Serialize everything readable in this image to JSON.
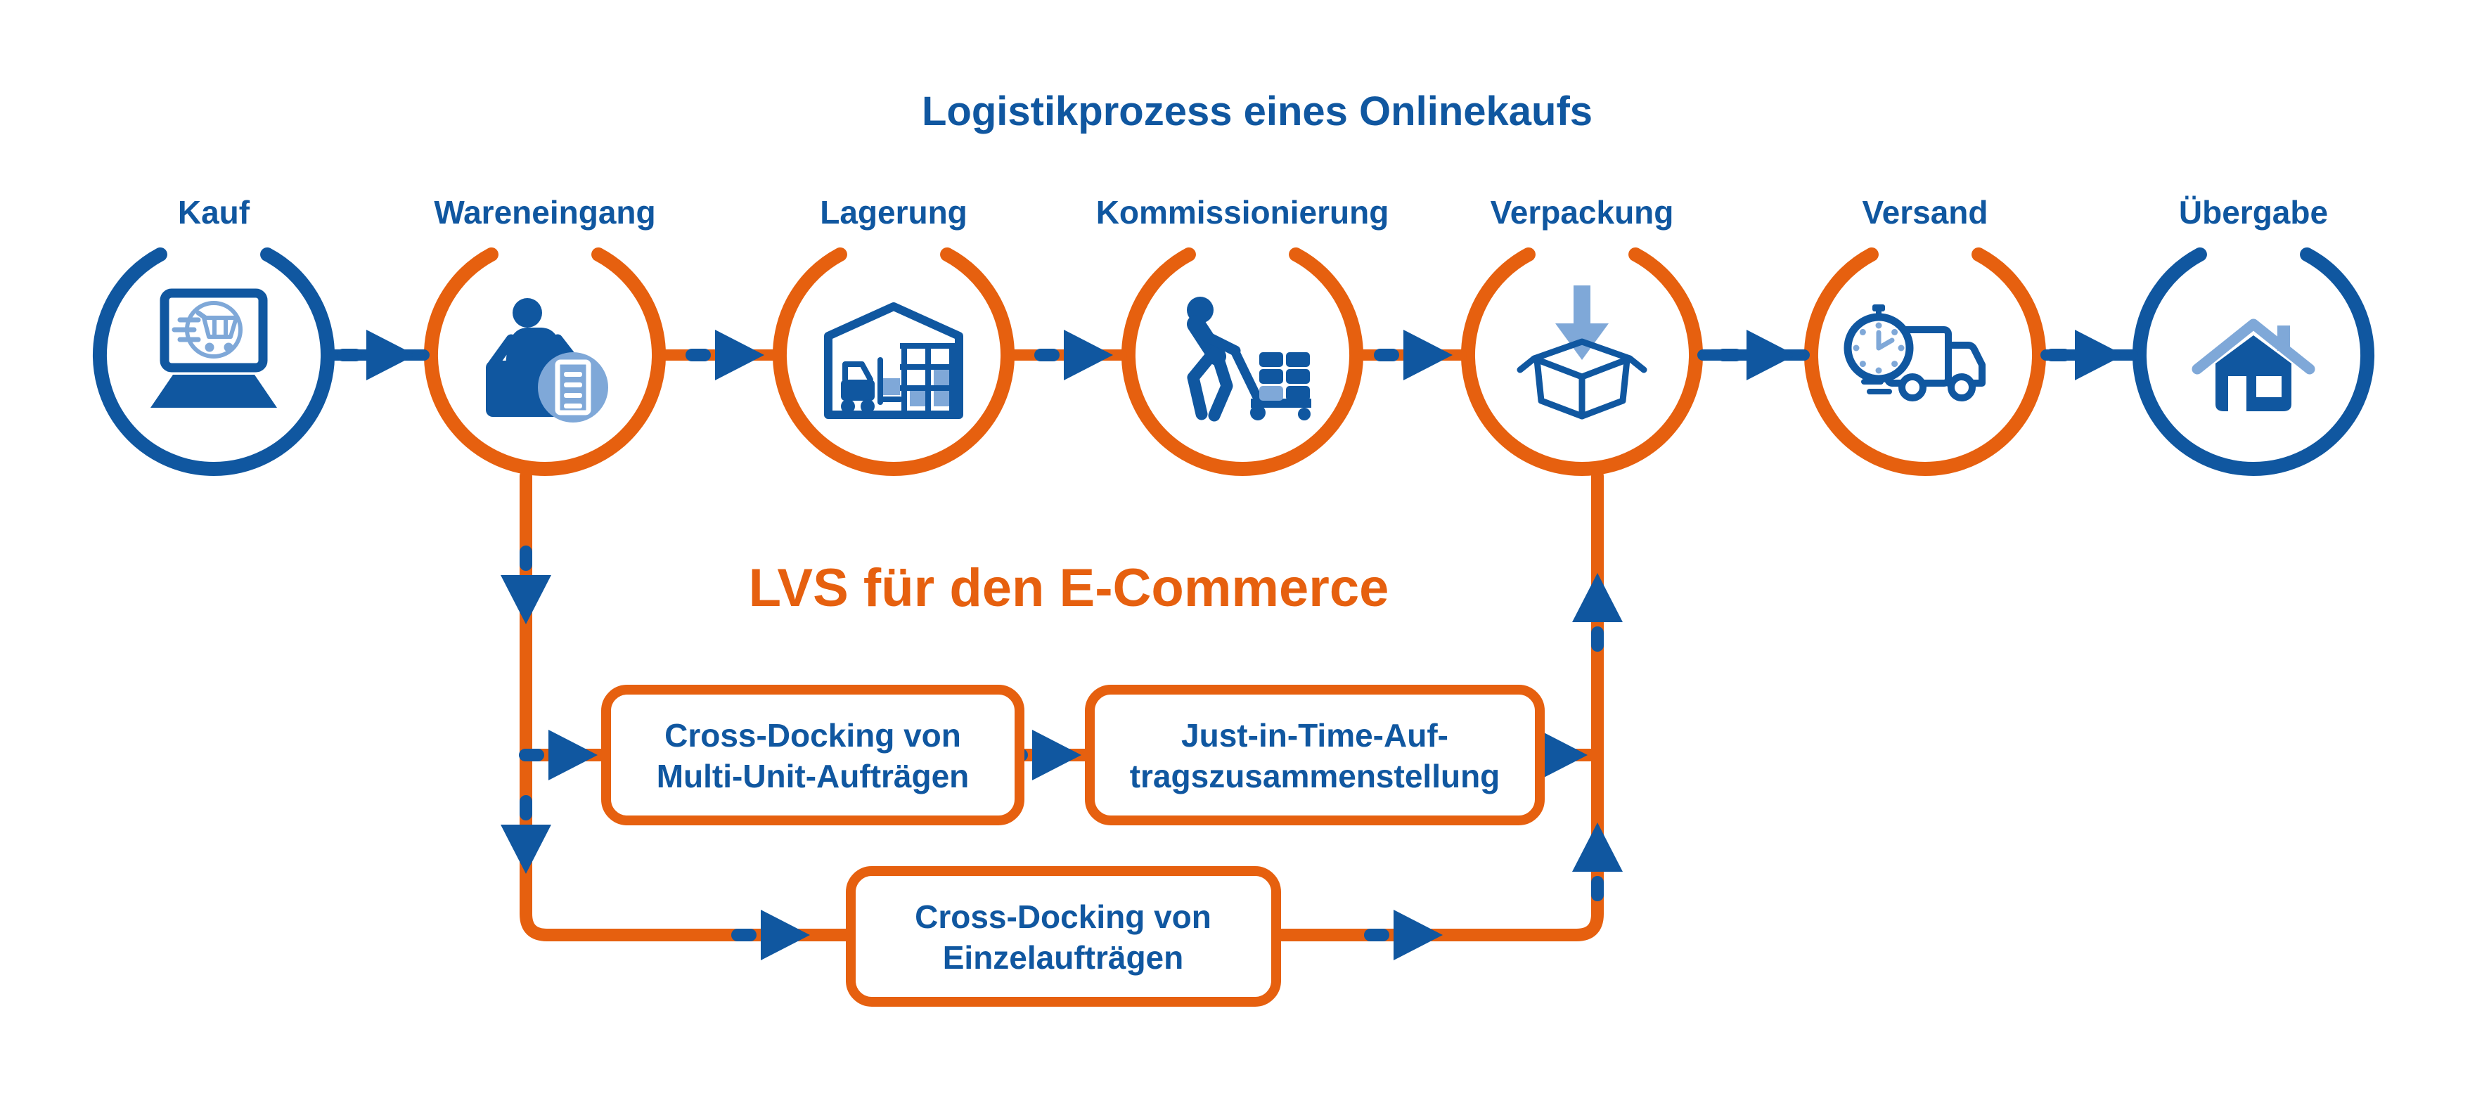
{
  "title": "Logistikprozess eines Onlinekaufs",
  "colors": {
    "dark_blue": "#1057a0",
    "light_blue": "#7fa8d8",
    "orange": "#e6600f",
    "background": "#ffffff"
  },
  "steps": [
    {
      "label": "Kauf",
      "icon": "laptop-shopping-cart-icon",
      "ring": "blue"
    },
    {
      "label": "Wareneingang",
      "icon": "goods-receipt-desk-icon",
      "ring": "orange"
    },
    {
      "label": "Lagerung",
      "icon": "warehouse-forklift-icon",
      "ring": "orange"
    },
    {
      "label": "Kommissionierung",
      "icon": "order-picking-trolley-icon",
      "ring": "orange"
    },
    {
      "label": "Verpackung",
      "icon": "open-box-arrow-icon",
      "ring": "orange"
    },
    {
      "label": "Versand",
      "icon": "delivery-truck-stopwatch-icon",
      "ring": "orange"
    },
    {
      "label": "Übergabe",
      "icon": "house-icon",
      "ring": "blue"
    }
  ],
  "lvs": {
    "heading": "LVS für den E-Commerce",
    "from_step": "Wareneingang",
    "to_step": "Verpackung",
    "boxes": [
      {
        "lines": [
          "Cross-Docking von",
          "Multi-Unit-Aufträgen"
        ]
      },
      {
        "lines": [
          "Just-in-Time-Auf-",
          "tragszusammenstellung"
        ]
      },
      {
        "lines": [
          "Cross-Docking von",
          "Einzelaufträgen"
        ]
      }
    ],
    "paths": [
      [
        "Cross-Docking von Multi-Unit-Aufträgen",
        "Just-in-Time-Auftragszusammenstellung"
      ],
      [
        "Cross-Docking von Einzelaufträgen"
      ]
    ]
  }
}
